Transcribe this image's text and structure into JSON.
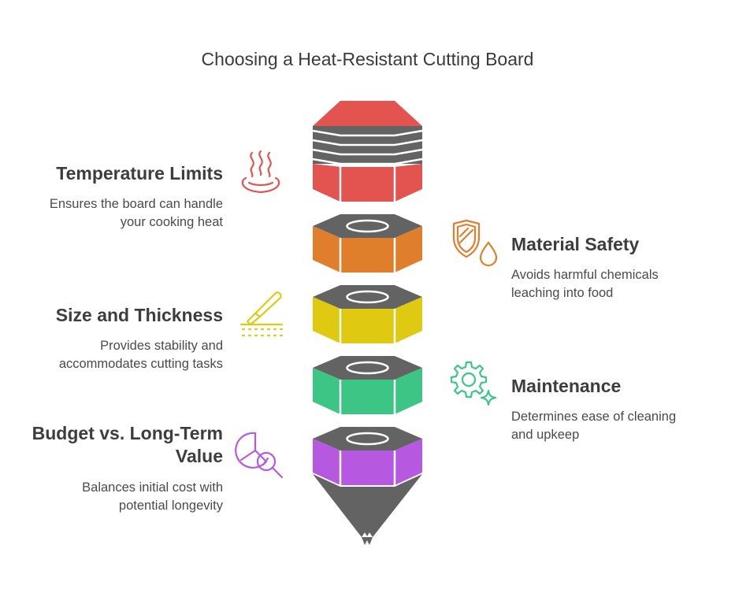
{
  "title": "Choosing a Heat-Resistant Cutting Board",
  "colors": {
    "tier1": "#e35350",
    "tier2": "#e07f2b",
    "tier3": "#dfc911",
    "tier4": "#3cc584",
    "tier5": "#b659e0",
    "cap": "#636363"
  },
  "items": [
    {
      "heading": "Temperature Limits",
      "description_lines": [
        "Ensures the board can handle",
        "your cooking heat"
      ],
      "icon": "steam-bowl-icon"
    },
    {
      "heading": "Material Safety",
      "description_lines": [
        "Avoids harmful chemicals",
        "leaching into food"
      ],
      "icon": "shield-drop-icon"
    },
    {
      "heading": "Size and Thickness",
      "description_lines": [
        "Provides stability and",
        "accommodates cutting tasks"
      ],
      "icon": "knife-board-icon"
    },
    {
      "heading": "Maintenance",
      "description_lines": [
        "Determines ease of cleaning",
        "and upkeep"
      ],
      "icon": "gear-sparkle-icon"
    },
    {
      "heading_lines": [
        "Budget vs. Long-Term",
        "Value"
      ],
      "description_lines": [
        "Balances initial cost with",
        "potential longevity"
      ],
      "icon": "chart-magnifier-icon"
    }
  ]
}
